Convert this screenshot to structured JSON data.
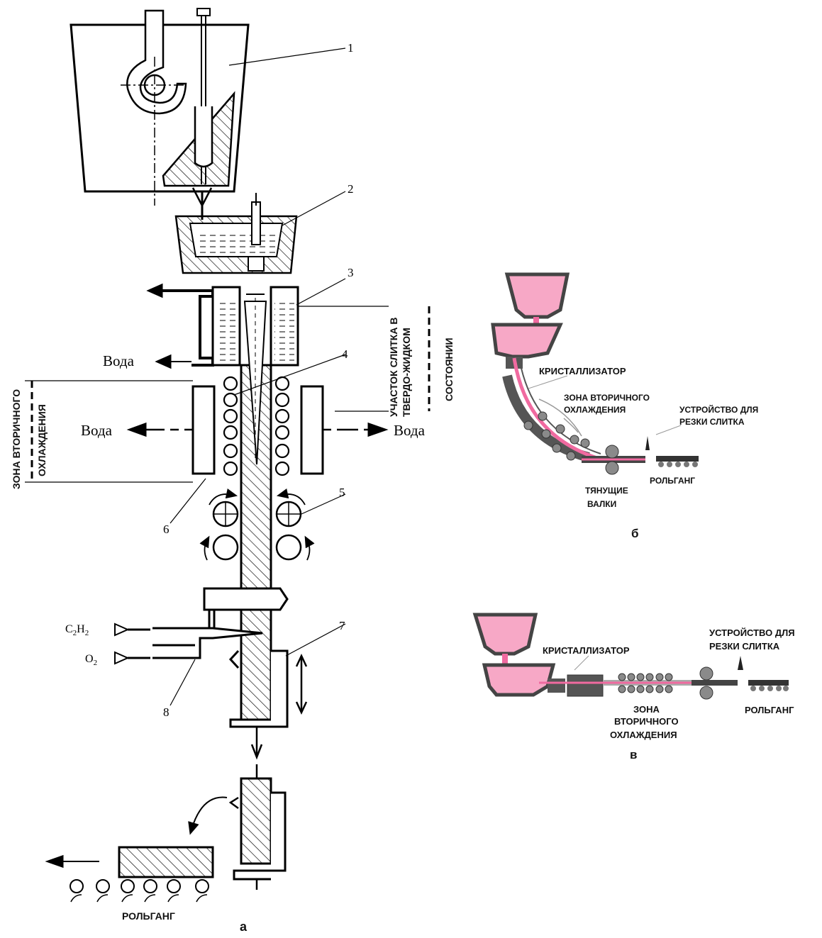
{
  "colors": {
    "ink": "#1a1a1a",
    "melt": "#f06aa0",
    "melt_fill": "#f7a8c6",
    "roll": "#8a8a8a",
    "hatch": "#000000"
  },
  "diagram_a": {
    "numbers": [
      "1",
      "2",
      "3",
      "4",
      "5",
      "6",
      "7",
      "8"
    ],
    "water": "Вода",
    "zone_secondary_line1": "ЗОНА ВТОРИЧНОГО",
    "zone_secondary_line2": "ОХЛАЖДЕНИЯ",
    "solid_liquid_line1": "УЧАСТОК СЛИТКА В",
    "solid_liquid_line2": "ТВЕРДО-ЖИДКОМ",
    "solid_liquid_line3": "СОСТОЯНИИ",
    "acetylene": "C",
    "acetylene_sub1": "2",
    "acetylene_mid": "H",
    "acetylene_sub2": "2",
    "oxygen": "O",
    "oxygen_sub": "2",
    "roller_table": "РОЛЬГАНГ",
    "caption": "а"
  },
  "diagram_b": {
    "mold": "КРИСТАЛЛИЗАТОР",
    "zone_line1": "ЗОНА ВТОРИЧНОГО",
    "zone_line2": "ОХЛАЖДЕНИЯ",
    "cutter_line1": "УСТРОЙСТВО ДЛЯ",
    "cutter_line2": "РЕЗКИ СЛИТКА",
    "pull_line1": "ТЯНУЩИЕ",
    "pull_line2": "ВАЛКИ",
    "roller_table": "РОЛЬГАНГ",
    "caption": "б"
  },
  "diagram_c": {
    "mold": "КРИСТАЛЛИЗАТОР",
    "cutter_line1": "УСТРОЙСТВО ДЛЯ",
    "cutter_line2": "РЕЗКИ СЛИТКА",
    "zone_line1": "ЗОНА",
    "zone_line2": "ВТОРИЧНОГО",
    "zone_line3": "ОХЛАЖДЕНИЯ",
    "roller_table": "РОЛЬГАНГ",
    "caption": "в"
  }
}
